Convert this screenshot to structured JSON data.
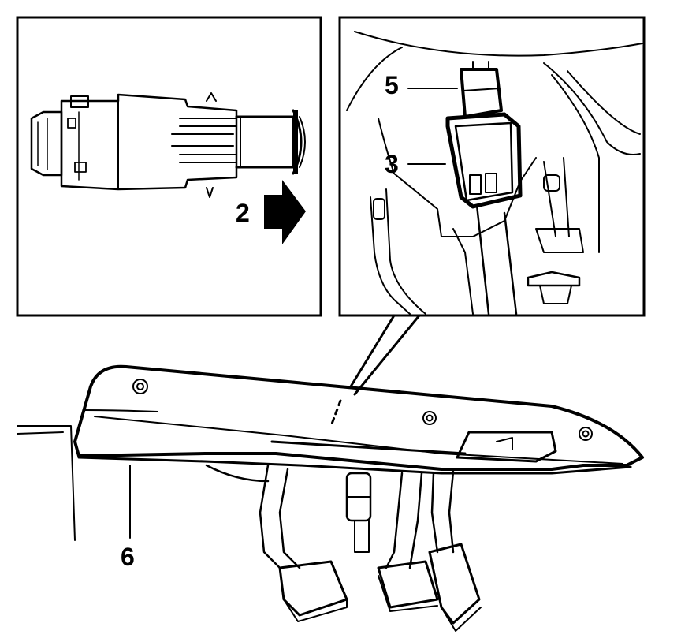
{
  "callouts": {
    "arrow_label": "2",
    "part_3": "3",
    "part_5": "5",
    "part_6": "6"
  },
  "colors": {
    "line": "#000000",
    "background": "#ffffff"
  }
}
